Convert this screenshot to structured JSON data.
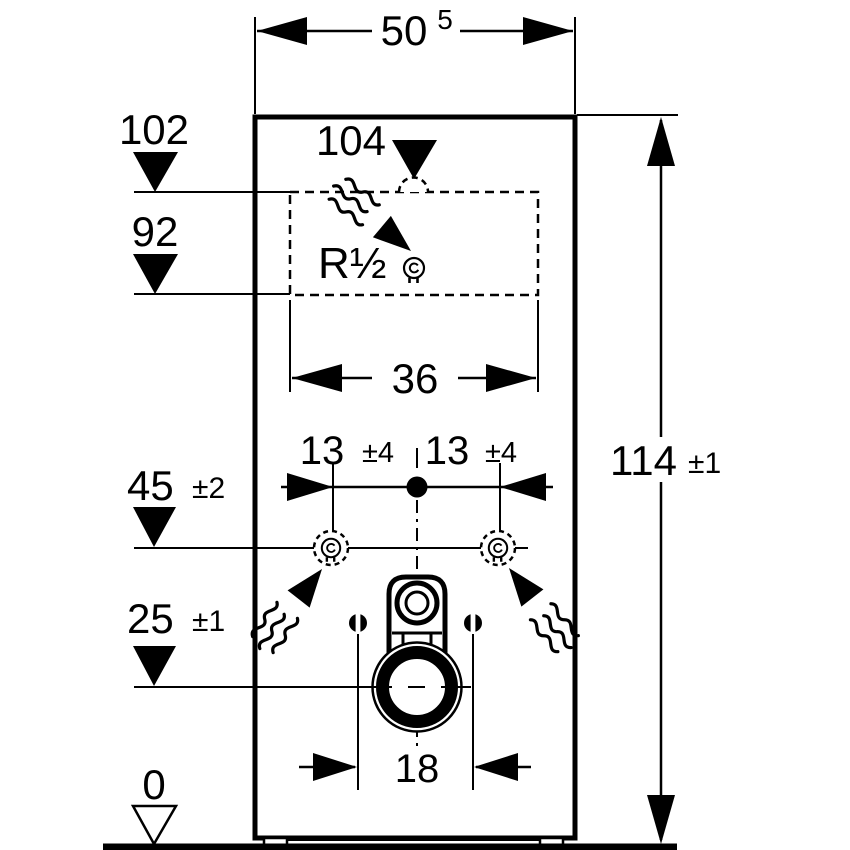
{
  "drawing": {
    "type": "technical-installation-drawing",
    "subject": "sanitary-module front view with connection dimensions",
    "colors": {
      "line": "#000000",
      "background": "#ffffff"
    },
    "units_note": "",
    "dims": {
      "width_top": {
        "main": "50",
        "sup": "5"
      },
      "height_right": {
        "main": "114",
        "tol": "±1"
      },
      "tap_height": {
        "main": "102"
      },
      "zone_bottom": {
        "main": "92"
      },
      "top_center": {
        "main": "104"
      },
      "conn_height": {
        "main": "45",
        "tol": "±2"
      },
      "drain_height": {
        "main": "25",
        "tol": "±1"
      },
      "zone_width": {
        "main": "36"
      },
      "offset_left": {
        "main": "13",
        "tol": "±4"
      },
      "offset_right": {
        "main": "13",
        "tol": "±4"
      },
      "bolt_spacing": {
        "main": "18"
      },
      "floor_datum": {
        "main": "0"
      },
      "thread_size": {
        "main": "R½"
      }
    }
  }
}
